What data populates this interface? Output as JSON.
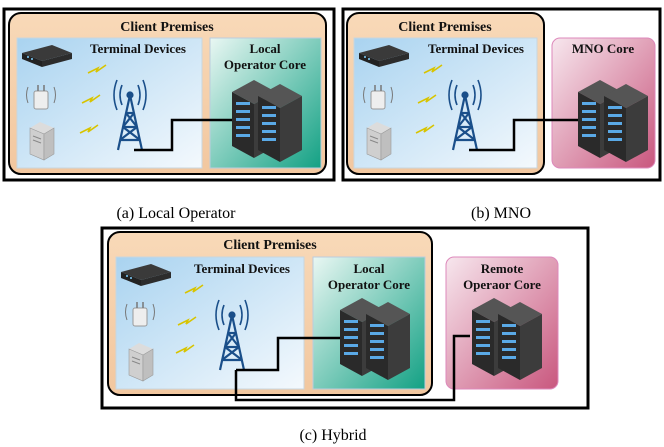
{
  "panel_a": {
    "client_label": "Client Premises",
    "terminal_label": "Terminal Devices",
    "core_label_line1": "Local",
    "core_label_line2": "Operator Core",
    "caption": "(a) Local Operator"
  },
  "panel_b": {
    "client_label": "Client Premises",
    "terminal_label": "Terminal Devices",
    "core_label": "MNO Core",
    "caption": "(b) MNO"
  },
  "panel_c": {
    "client_label": "Client Premises",
    "terminal_label": "Terminal Devices",
    "core_label_line1": "Local",
    "core_label_line2": "Operator Core",
    "remote_label_line1": "Remote",
    "remote_label_line2": "Operaor Core",
    "caption": "(c) Hybrid"
  },
  "colors": {
    "client_fill": "#f6d3ae",
    "terminal_fill": "#d9ecf8",
    "local_core_fill": "#1faa8c",
    "remote_core_fill": "#cf7d9a",
    "tower": "#1a4f8a",
    "server": "#2e2e2e"
  }
}
